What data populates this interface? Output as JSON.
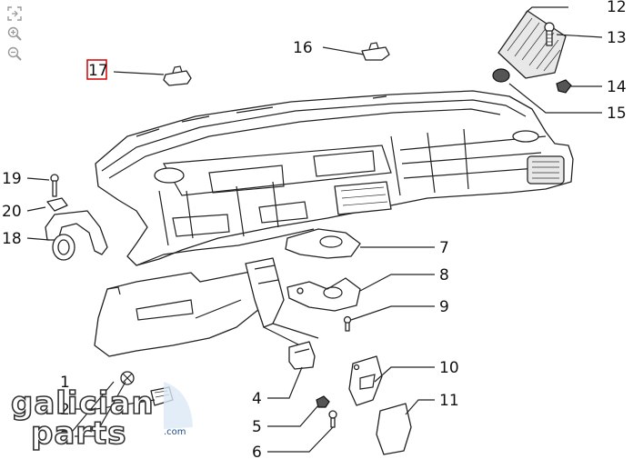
{
  "toolbar": {
    "fit_icon": "fit-screen-icon",
    "zoom_in_icon": "zoom-in-icon",
    "zoom_out_icon": "zoom-out-icon"
  },
  "callouts": {
    "c1": "1",
    "c2": "2",
    "c3": "3",
    "c4": "4",
    "c5": "5",
    "c6": "6",
    "c7": "7",
    "c8": "8",
    "c9": "9",
    "c10": "10",
    "c11": "11",
    "c12": "12",
    "c13": "13",
    "c14": "14",
    "c15": "15",
    "c16": "16",
    "c17": "17",
    "c18": "18",
    "c19": "19",
    "c20": "20"
  },
  "highlight_color": "#d00000",
  "watermark": {
    "line1": "galician",
    "line2": "parts",
    "suffix": ".com"
  }
}
